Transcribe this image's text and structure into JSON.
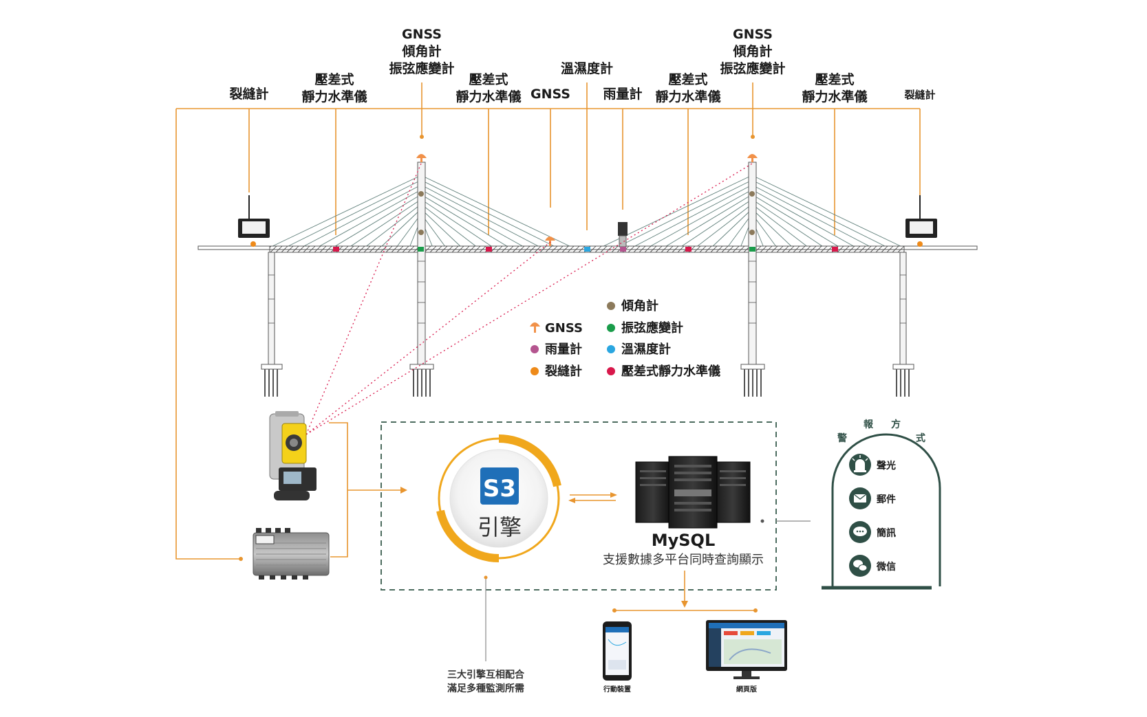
{
  "colors": {
    "orange_line": "#e8952f",
    "gnss": "#f19149",
    "tilt": "#8c7a5b",
    "vibrating_wire": "#1a9c4a",
    "rain": "#b4558f",
    "temp_humidity": "#2aa6e0",
    "crack": "#ee8a19",
    "level": "#d8184b",
    "engine_ring": "#f0a71c",
    "engine_blue": "#1f6fb8",
    "alert_green": "#2f4f46",
    "dashed_border": "#4b6b5e"
  },
  "sensor_labels": {
    "crack_left": "裂縫計",
    "level_1_a": "壓差式",
    "level_1_b": "靜力水準儀",
    "tower1_a": "GNSS",
    "tower1_b": "傾角計",
    "tower1_c": "振弦應變計",
    "level_2_a": "壓差式",
    "level_2_b": "靜力水準儀",
    "gnss_mid": "GNSS",
    "temp": "溫濕度計",
    "rain": "雨量計",
    "level_3_a": "壓差式",
    "level_3_b": "靜力水準儀",
    "tower2_a": "GNSS",
    "tower2_b": "傾角計",
    "tower2_c": "振弦應變計",
    "level_4_a": "壓差式",
    "level_4_b": "靜力水準儀",
    "crack_right": "裂縫計"
  },
  "legend": {
    "tilt": "傾角計",
    "gnss": "GNSS",
    "vibrating": "振弦應變計",
    "rain": "雨量計",
    "temp": "溫濕度計",
    "crack": "裂縫計",
    "level": "壓差式靜力水準儀"
  },
  "engine": {
    "label": "引擎",
    "logo_mark": "S3"
  },
  "database": {
    "title": "MySQL",
    "subtitle": "支援數據多平台同時查詢顯示"
  },
  "engine_caption": {
    "line1": "三大引擎互相配合",
    "line2": "滿足多種監測所需"
  },
  "devices": {
    "mobile": "行動裝置",
    "web": "網頁版"
  },
  "alerts": {
    "title_chars": [
      "警",
      "報",
      "方",
      "式"
    ],
    "items": [
      "聲光",
      "郵件",
      "簡訊",
      "微信"
    ]
  }
}
